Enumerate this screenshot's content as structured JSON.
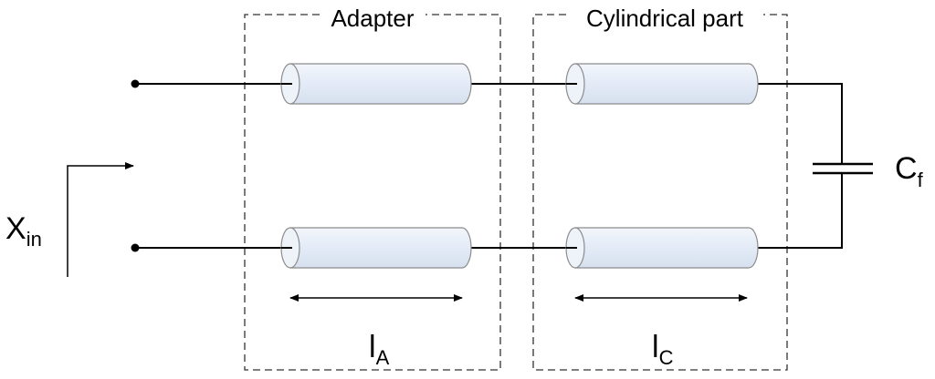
{
  "boxes": {
    "adapter": {
      "title": "Adapter"
    },
    "cylindrical": {
      "title": "Cylindrical part"
    }
  },
  "labels": {
    "input_main": "X",
    "input_sub": "in",
    "capacitor_main": "C",
    "capacitor_sub": "f",
    "length_adapter_main": "l",
    "length_adapter_sub": "A",
    "length_cyl_main": "l",
    "length_cyl_sub": "C"
  },
  "colors": {
    "line": "#000000",
    "box_border": "#333333",
    "cylinder_fill": "#e3ebf7",
    "cylinder_stroke": "#8c8c8c"
  }
}
